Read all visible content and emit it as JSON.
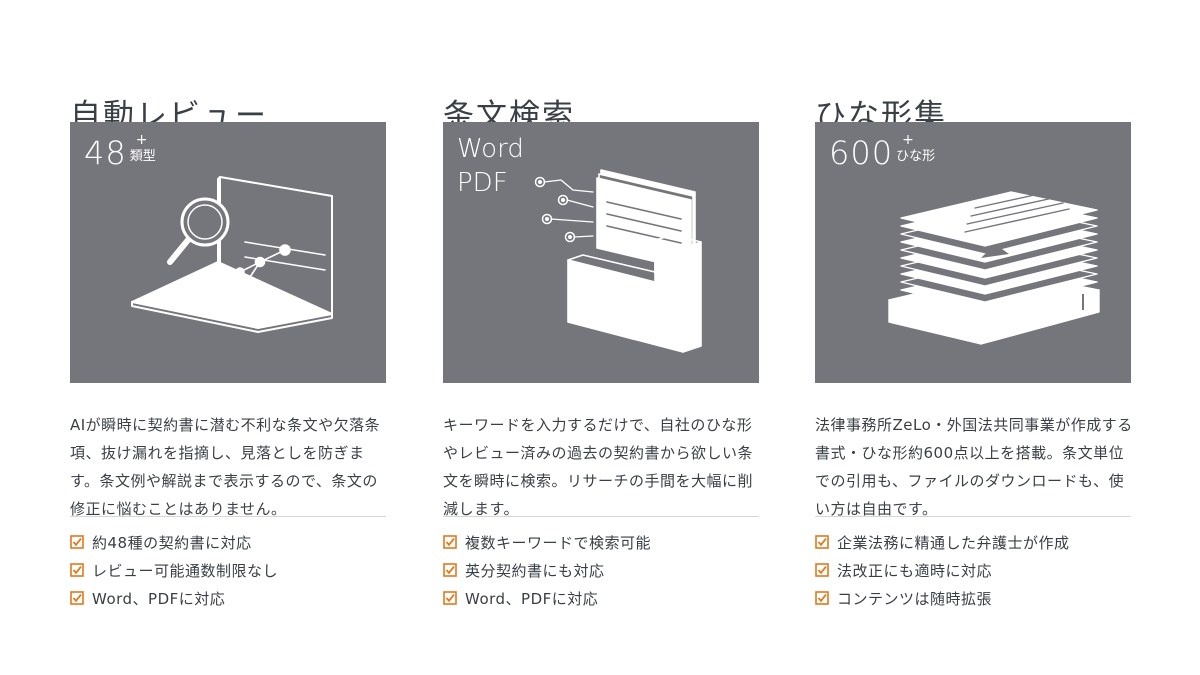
{
  "colors": {
    "panel_bg": "#75767c",
    "accent_check": "#e07a1f",
    "text": "#3a3f46"
  },
  "columns": [
    {
      "title": "自動レビュー",
      "badge": {
        "number": "48",
        "plus": "+",
        "unit": "類型"
      },
      "description": "AIが瞬時に契約書に潜む不利な条文や欠落条項、抜け漏れを指摘し、見落としを防ぎます。条文例や解説まで表示するので、条文の修正に悩むことはありません。",
      "features": [
        "約48種の契約書に対応",
        "レビュー可能通数制限なし",
        "Word、PDFに対応"
      ]
    },
    {
      "title": "条文検索",
      "badge": {
        "lines": [
          "Word",
          "PDF"
        ]
      },
      "description": "キーワードを入力するだけで、自社のひな形やレビュー済みの過去の契約書から欲しい条文を瞬時に検索。リサーチの手間を大幅に削減します。",
      "features": [
        "複数キーワードで検索可能",
        "英分契約書にも対応",
        "Word、PDFに対応"
      ]
    },
    {
      "title": "ひな形集",
      "badge": {
        "number": "600",
        "plus": "+",
        "unit": "ひな形"
      },
      "description": "法律事務所ZeLo・外国法共同事業が作成する書式・ひな形約600点以上を搭載。条文単位での引用も、ファイルのダウンロードも、使い方は自由です。",
      "features": [
        "企業法務に精通した弁護士が作成",
        "法改正にも適時に対応",
        "コンテンツは随時拡張"
      ]
    }
  ]
}
